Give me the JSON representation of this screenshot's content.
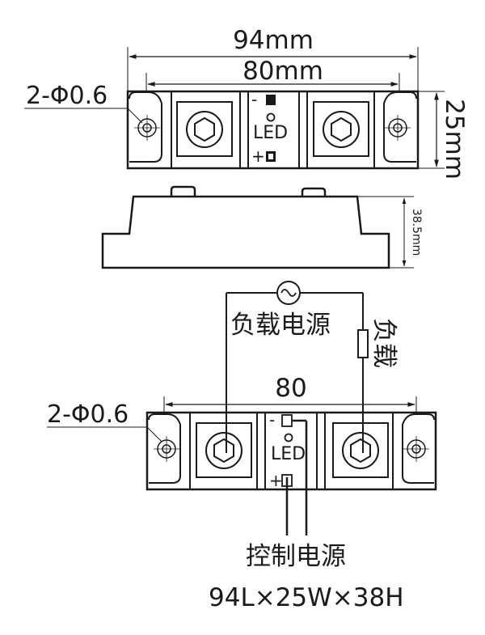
{
  "top_view": {
    "width_total_label": "94mm",
    "width_inner_label": "80mm",
    "hole_label": "2-Φ0.6",
    "height_label": "25mm",
    "led_label": "LED",
    "minus_label": "-",
    "plus_label": "+"
  },
  "side_view": {
    "height_label": "38.5mm"
  },
  "wiring_view": {
    "load_power_label": "负载电源",
    "load_label": "负载",
    "width_label": "80",
    "hole_label": "2-Φ0.6",
    "led_label": "LED",
    "minus_label": "-",
    "plus_label": "+",
    "control_power_label": "控制电源"
  },
  "size_label": "94L×25W×38H"
}
